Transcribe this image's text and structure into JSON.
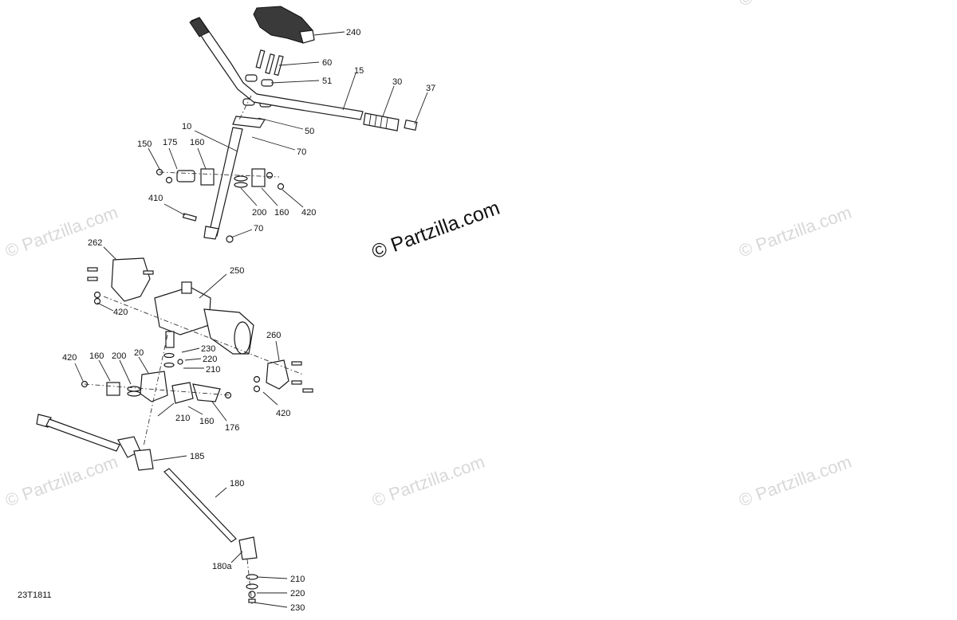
{
  "watermark": {
    "text": "© Partzilla.com",
    "main_text": "© Partzilla.com"
  },
  "diagram_code": "23T1811",
  "callouts": [
    "240",
    "60",
    "51",
    "15",
    "30",
    "37",
    "50",
    "70",
    "10",
    "150",
    "175",
    "160",
    "200",
    "160",
    "420",
    "410",
    "70",
    "262",
    "250",
    "420",
    "230",
    "220",
    "210",
    "260",
    "420",
    "160",
    "200",
    "20",
    "420",
    "210",
    "160",
    "176",
    "185",
    "180",
    "180a",
    "210",
    "220",
    "230"
  ]
}
